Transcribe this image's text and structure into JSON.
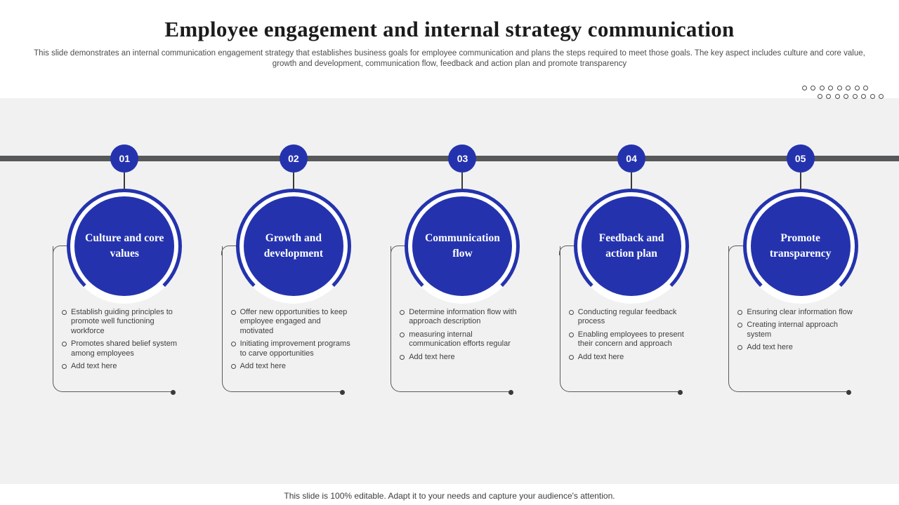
{
  "slide": {
    "title": "Employee engagement and internal strategy communication",
    "subtitle": "This slide demonstrates an internal communication engagement strategy that establishes business goals for employee communication and plans the steps required to meet those goals. The key aspect includes culture and core value, growth and development, communication flow, feedback and action plan and promote transparency",
    "footer_note": "This slide is 100% editable. Adapt it to your needs and capture your audience's attention."
  },
  "colors": {
    "accent_blue": "#2433ad",
    "timeline_gray": "#57585a",
    "band_gray": "#f1f1f2",
    "text_dark": "#3f3f3f"
  },
  "steps": [
    {
      "number": "01",
      "label": "Culture and core values",
      "bullets": [
        "Establish guiding principles to promote well functioning workforce",
        "Promotes shared belief system among employees",
        "Add text here"
      ]
    },
    {
      "number": "02",
      "label": "Growth and development",
      "bullets": [
        "Offer new opportunities to keep employee engaged and motivated",
        "Initiating improvement programs to carve opportunities",
        "Add text here"
      ]
    },
    {
      "number": "03",
      "label": "Communication flow",
      "bullets": [
        "Determine information flow with approach description",
        "measuring internal communication efforts regular",
        "Add text here"
      ]
    },
    {
      "number": "04",
      "label": "Feedback and action plan",
      "bullets": [
        "Conducting regular feedback process",
        "Enabling employees to present their concern and approach",
        "Add text here"
      ]
    },
    {
      "number": "05",
      "label": "Promote transparency",
      "bullets": [
        "Ensuring clear information flow",
        "Creating internal approach system",
        "Add text here"
      ]
    }
  ]
}
